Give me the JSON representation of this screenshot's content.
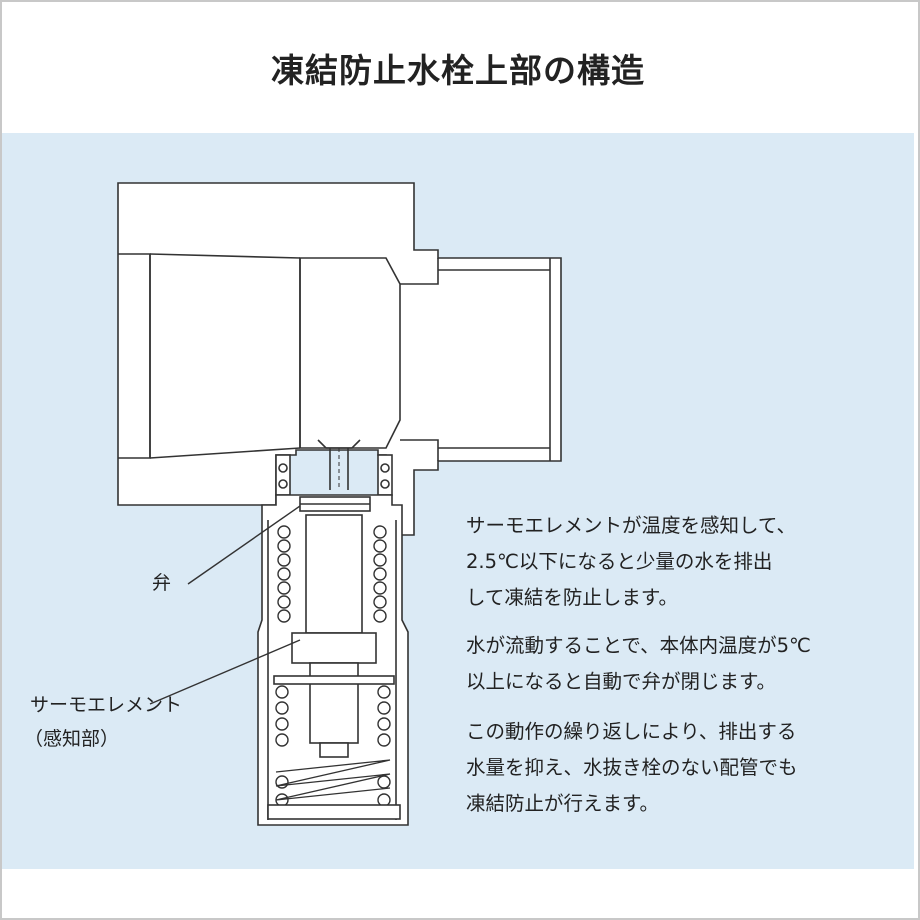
{
  "title": "凍結防止水栓上部の構造",
  "labels": {
    "valve": "弁",
    "thermo_element": "サーモエレメント",
    "thermo_element_sub": "（感知部）"
  },
  "description": {
    "p1_line1": "サーモエレメントが温度を感知して、",
    "p1_line2": "2.5℃以下になると少量の水を排出",
    "p1_line3": "して凍結を防止します。",
    "p2_line1": "水が流動することで、本体内温度が5℃",
    "p2_line2": "以上になると自動で弁が閉じます。",
    "p3_line1": "この動作の繰り返しにより、排出する",
    "p3_line2": "水量を抑え、水抜き栓のない配管でも",
    "p3_line3": "凍結防止が行えます。"
  },
  "colors": {
    "panel": "#dbeaf5",
    "body_fill": "#ffffff",
    "stroke": "#333333",
    "text": "#222222"
  }
}
